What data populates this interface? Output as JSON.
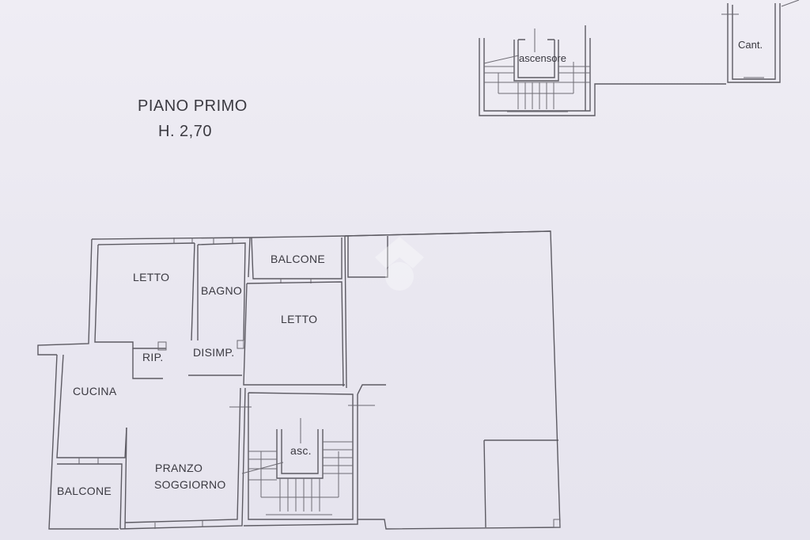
{
  "plan": {
    "title": "PIANO PRIMO",
    "height_label": "H. 2,70",
    "colors": {
      "paper": "#eceaf2",
      "line": "#5d5b63",
      "text": "#3a3940"
    }
  },
  "rooms": {
    "letto_1": "LETTO",
    "bagno": "BAGNO",
    "balcone_top": "BALCONE",
    "letto_2": "LETTO",
    "ripostiglio": "RIP.",
    "disimpegno": "DISIMP.",
    "cucina": "CUCINA",
    "pranzo": "PRANZO",
    "soggiorno": "SOGGIORNO",
    "balcone_bottom": "BALCONE",
    "ascensore_main": "asc.",
    "ascensore_upper": "ascensore",
    "cantina": "Cant."
  }
}
